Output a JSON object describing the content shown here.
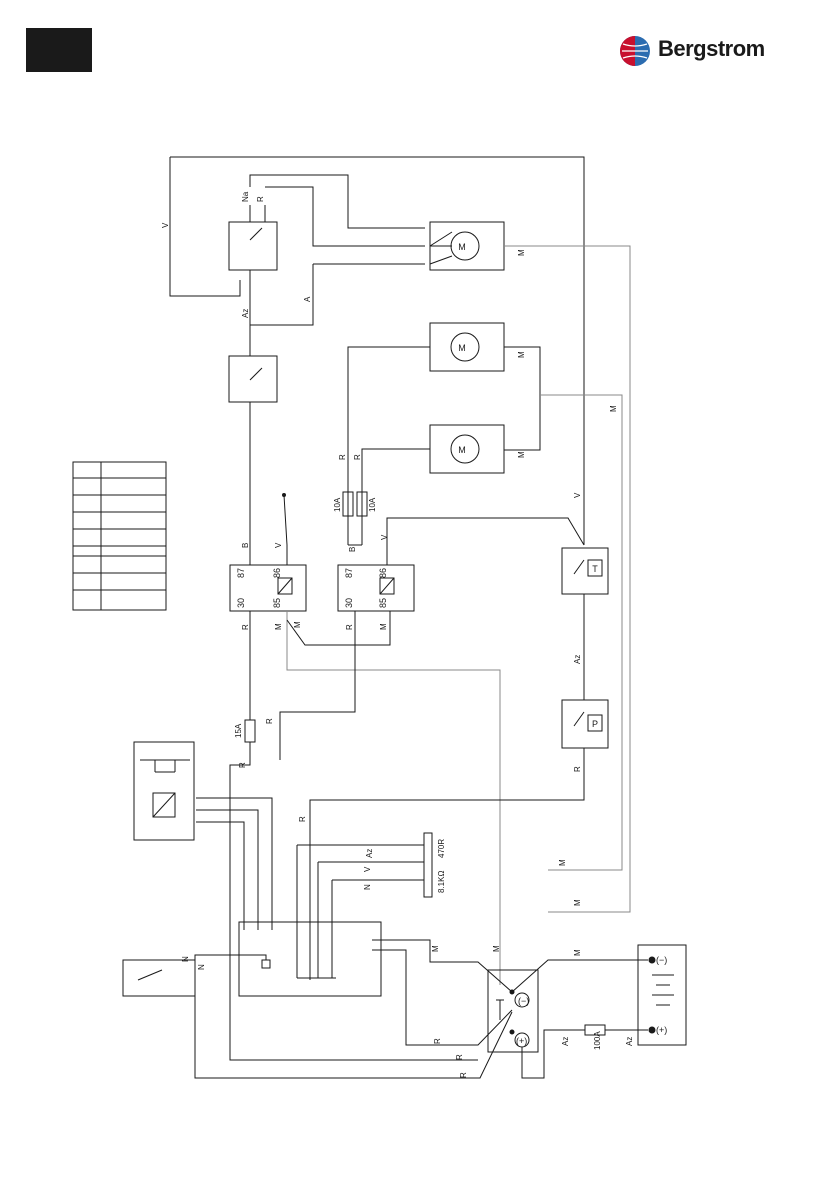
{
  "brand": {
    "name": "Bergstrom",
    "accent": "#c8102e",
    "globe": "#2b6cb0"
  },
  "wire_colors": [
    "V",
    "Na",
    "R",
    "A",
    "Az",
    "M",
    "B",
    "N"
  ],
  "fuses": {
    "f15": "15A",
    "f10a": "10A",
    "f10b": "10A",
    "f100": "100A"
  },
  "relay_pins": {
    "p87": "87",
    "p86": "86",
    "p30": "30",
    "p85": "85"
  },
  "motor_symbol": "M",
  "thermostat_symbol": "T",
  "pressure_symbol": "P",
  "resistor_labels": {
    "r1": "470R",
    "r2": "8.1KΩ"
  },
  "battery": {
    "neg": "(−)",
    "pos": "(+)"
  },
  "ground": "(−)",
  "positive": "(+)"
}
